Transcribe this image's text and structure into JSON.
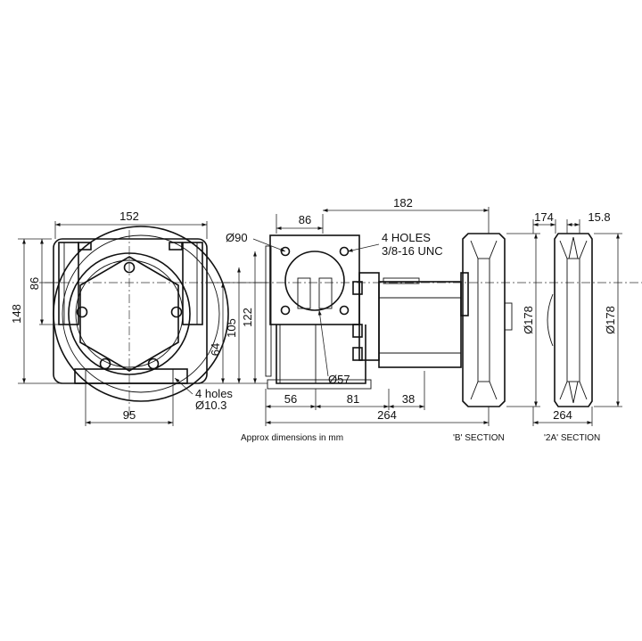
{
  "view1": {
    "width": "152",
    "height_outer": "148",
    "height_upper": "86",
    "center_height": "122",
    "mid_height": "105",
    "lower_height": "64",
    "foot_spacing": "95",
    "foot_holes_line1": "4 holes",
    "foot_holes_line2": "Ø10.3"
  },
  "view2": {
    "flange_dia": "Ø90",
    "flange_width": "86",
    "overall_top": "182",
    "tapped_holes_line1": "4 HOLES",
    "tapped_holes_line2": "3/8-16 UNC",
    "port_dia": "Ø57",
    "dim_56": "56",
    "dim_81": "81",
    "dim_38": "38",
    "overall_length": "264",
    "pulley_dia": "Ø178"
  },
  "view3": {
    "dim_174": "174",
    "groove_width": "15.8",
    "pulley_dia": "Ø178",
    "overall_length": "264"
  },
  "captions": {
    "approx": "Approx dimensions in mm",
    "b_section": "'B' SECTION",
    "a_section": "'2A' SECTION"
  }
}
